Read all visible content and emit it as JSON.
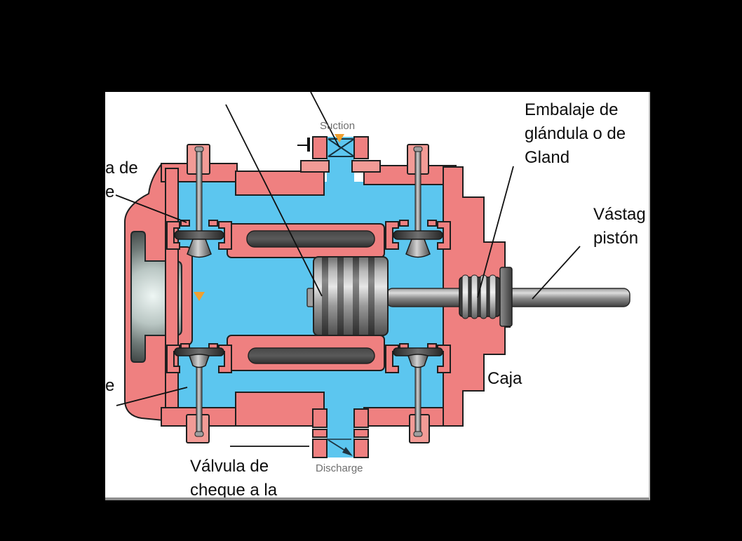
{
  "diagram": {
    "subject": "Bomba de pistón — corte transversal (piston pump cross-section)",
    "flow_ports": [
      "Suction",
      "Discharge"
    ]
  },
  "labels": {
    "suction": "Suction",
    "discharge": "Discharge",
    "gland_packing": "Embalaje de\nglándula o de\nGland",
    "piston_rod": "Vástag\npistón",
    "case": "Caja",
    "check_valve_discharge": "Válvula de\ncheque a la",
    "left_top_fragment": "a de\ne",
    "left_bottom_fragment": "e"
  },
  "colors": {
    "background": "#000000",
    "canvas": "#ffffff",
    "casing": "#ef8080",
    "casing_light": "#f29b96",
    "fluid": "#5cc6ef",
    "marker_orange": "#f0a030",
    "line": "#111111",
    "label_text": "#0d0d0d",
    "port_text": "#6f6f6f"
  }
}
